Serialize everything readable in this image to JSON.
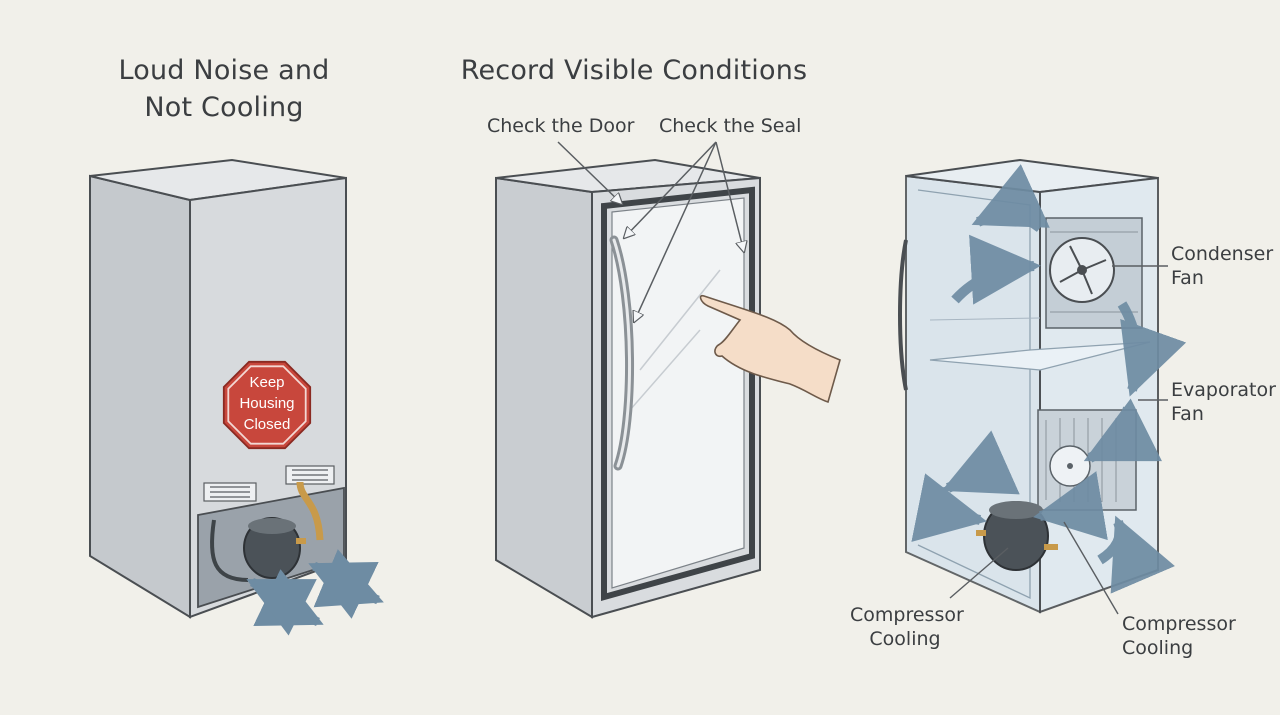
{
  "panels": [
    {
      "title_lines": [
        "Loud Noise and",
        "Not Cooling"
      ],
      "sign_lines": [
        "Keep",
        "Housing",
        "Closed"
      ]
    },
    {
      "title": "Record Visible Conditions",
      "labels": {
        "door": "Check the Door",
        "seal": "Check the Seal"
      }
    },
    {
      "labels": {
        "condenser_lines": [
          "Condenser",
          "Fan"
        ],
        "evaporator_lines": [
          "Evaporator",
          "Fan"
        ],
        "compressor_left_lines": [
          "Compressor",
          "Cooling"
        ],
        "compressor_right_lines": [
          "Compressor",
          "Cooling"
        ]
      }
    }
  ],
  "colors": {
    "background": "#f1f0ea",
    "cabinet": "#d4d7da",
    "outline": "#4a4e52",
    "stop_sign": "#c8473c",
    "airflow_arrow": "#6e8ca3",
    "copper_pipe": "#c89a4a"
  }
}
